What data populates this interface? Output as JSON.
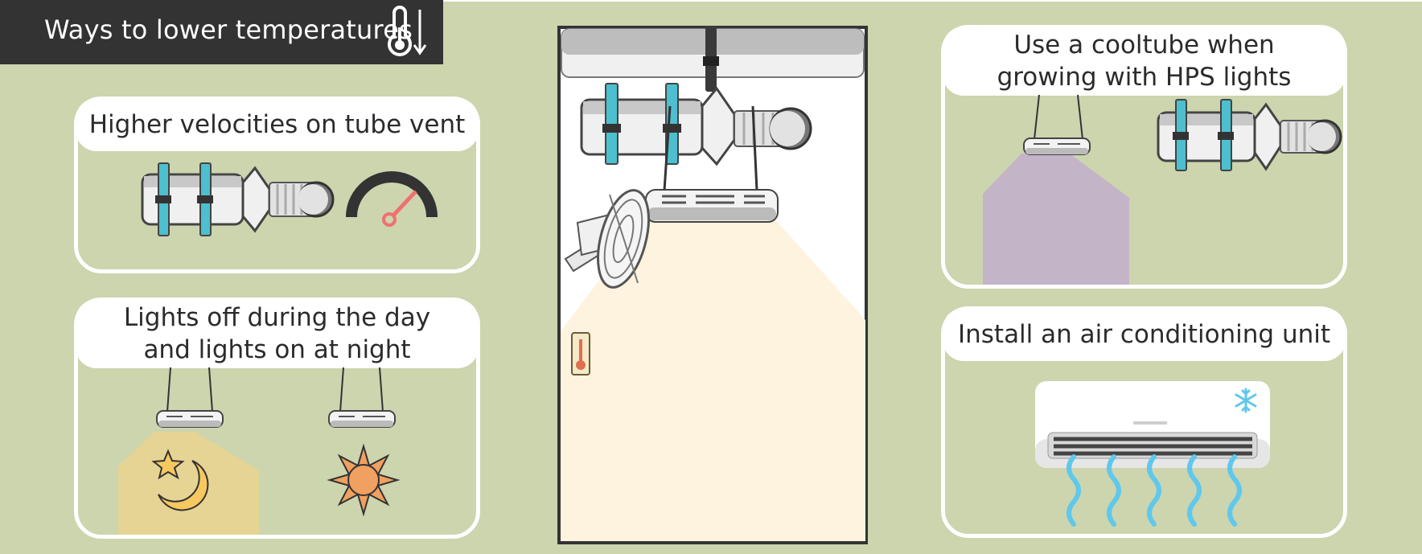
{
  "header": {
    "title": "Ways to lower temperatures",
    "icon": "thermometer-down-icon",
    "background": "#333333"
  },
  "cards": [
    {
      "id": "tube-vent",
      "title": "Higher velocities on tube vent",
      "icons": [
        "inline-fan-icon",
        "speed-gauge-icon"
      ]
    },
    {
      "id": "lights-schedule",
      "title": "Lights off during the day and lights on at night",
      "icons": [
        "grow-light-icon",
        "moon-star-icon",
        "grow-light-icon",
        "sun-icon"
      ]
    },
    {
      "id": "cooltube",
      "title": "Use a cooltube when growing with HPS lights",
      "icons": [
        "grow-light-icon",
        "inline-fan-icon"
      ]
    },
    {
      "id": "air-conditioner",
      "title": "Install an air conditioning unit",
      "icons": [
        "air-conditioner-icon",
        "snowflake-icon"
      ]
    }
  ],
  "tent": {
    "icons": [
      "inline-fan-icon",
      "grow-light-icon",
      "clip-fan-icon",
      "thermometer-icon"
    ]
  },
  "colors": {
    "background": "#ccd5ae",
    "strap": "#4dbfcf",
    "gauge_needle": "#f07070",
    "light_glow": "#fdf3de",
    "moon": "#f6c85f",
    "sun": "#f0a060",
    "purple_glow": "#c4b4c8",
    "air_flow": "#5fc8ec"
  }
}
